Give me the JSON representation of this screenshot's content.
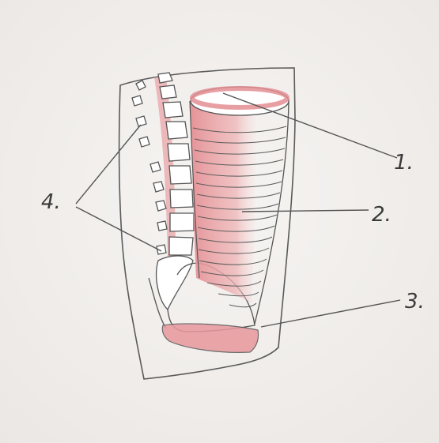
{
  "labels": {
    "one": "1.",
    "two": "2.",
    "three": "3.",
    "four": "4."
  },
  "colors": {
    "paper": "#f1eeec",
    "pencil": "#4a4a4a",
    "pink": "#e8a0a3",
    "pink_light": "#f2c6c6"
  }
}
